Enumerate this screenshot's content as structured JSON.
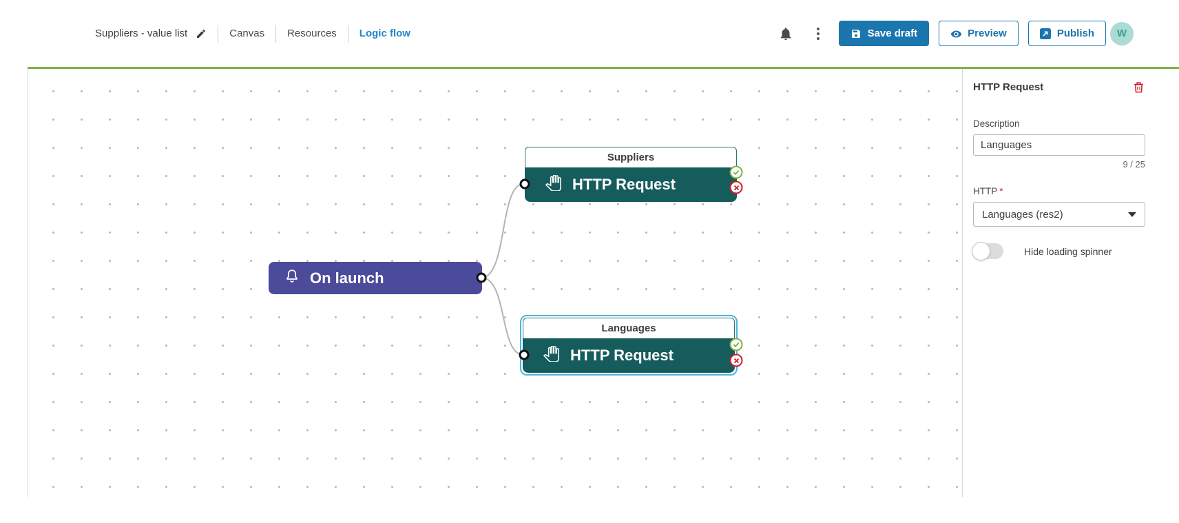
{
  "header": {
    "project_title": "Suppliers - value list",
    "tabs": [
      {
        "label": "Canvas",
        "active": false
      },
      {
        "label": "Resources",
        "active": false
      },
      {
        "label": "Logic flow",
        "active": true
      }
    ],
    "save_draft_label": "Save draft",
    "preview_label": "Preview",
    "publish_label": "Publish",
    "avatar_initial": "W"
  },
  "canvas": {
    "nodes": {
      "on_launch": {
        "type": "trigger",
        "label": "On launch"
      },
      "suppliers": {
        "type": "http-request",
        "title": "Suppliers",
        "label": "HTTP Request",
        "status": [
          "success",
          "error"
        ],
        "selected": false
      },
      "languages": {
        "type": "http-request",
        "title": "Languages",
        "label": "HTTP Request",
        "status": [
          "success",
          "error"
        ],
        "selected": true
      }
    },
    "connections": [
      {
        "from": "on_launch",
        "to": "suppliers"
      },
      {
        "from": "on_launch",
        "to": "languages"
      }
    ]
  },
  "panel": {
    "title": "HTTP Request",
    "description_label": "Description",
    "description_value": "Languages",
    "char_counter": "9 / 25",
    "http_label": "HTTP",
    "required_marker": "*",
    "http_value": "Languages (res2)",
    "toggle_label": "Hide loading spinner",
    "toggle_state": "off"
  },
  "colors": {
    "accent_blue": "#1b76ad",
    "active_tab_blue": "#2187c8",
    "header_divider_green": "#7cb342",
    "node_teal": "#175c5d",
    "node_purple": "#4c4a9b",
    "selection_outline": "#4fb3e2",
    "success_green": "#7cb342",
    "error_red": "#cf1f2e",
    "trash_red": "#cf2030",
    "avatar_teal": "#aadbd5"
  }
}
